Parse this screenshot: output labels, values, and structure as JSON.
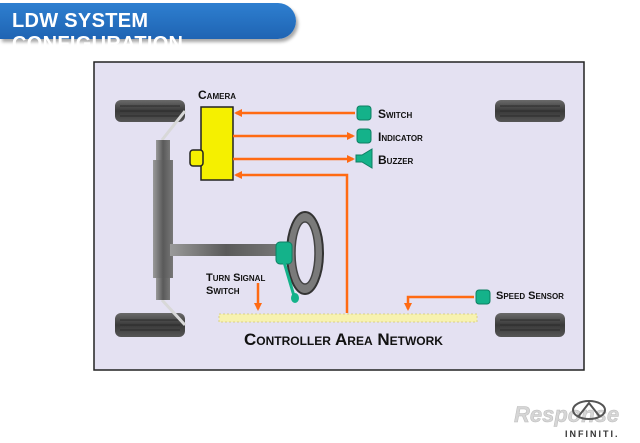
{
  "header": {
    "title": "LDW SYSTEM CONFIGURATION"
  },
  "labels": {
    "camera": "Camera",
    "switch": "Switch",
    "indicator": "Indicator",
    "buzzer": "Buzzer",
    "turn_signal_line1": "Turn Signal",
    "turn_signal_line2": "Switch",
    "speed_sensor": "Speed Sensor",
    "can": "Controller Area Network"
  },
  "watermark": {
    "response": "Response",
    "infiniti": "INFINITI."
  },
  "colors": {
    "header": "#2471c4",
    "panel": "#e4e1f2",
    "camera": "#f5f000",
    "arrow": "#ff6a13",
    "component": "#14b28a",
    "wheel": "#4a4a4a",
    "can_bar": "#f7f2b0"
  }
}
